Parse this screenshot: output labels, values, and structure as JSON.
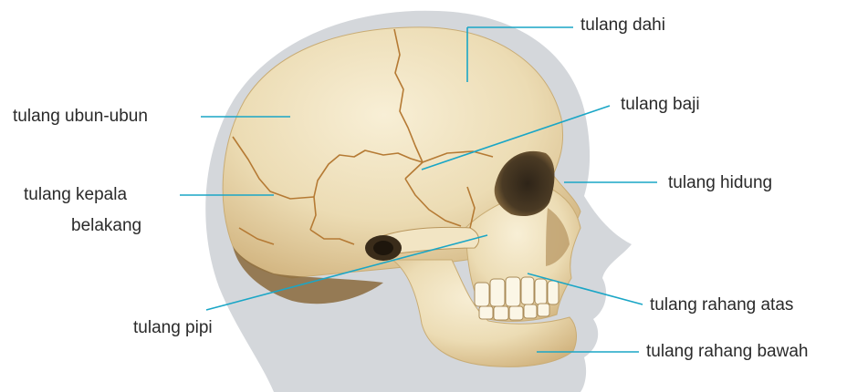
{
  "colors": {
    "leader_line": "#1aa6c6",
    "silhouette": "#d4d7db",
    "bone": "#ecdcb4",
    "bone_shadow": "#c9ac74",
    "suture": "#b57a34",
    "label_text": "#2a2a2a"
  },
  "labels": {
    "frontal": "tulang dahi",
    "parietal": "tulang ubun-ubun",
    "sphenoid": "tulang baji",
    "nasal": "tulang hidung",
    "occipital_1": "tulang kepala",
    "occipital_2": "belakang",
    "zygomatic": "tulang pipi",
    "maxilla": "tulang rahang atas",
    "mandible": "tulang rahang bawah"
  }
}
